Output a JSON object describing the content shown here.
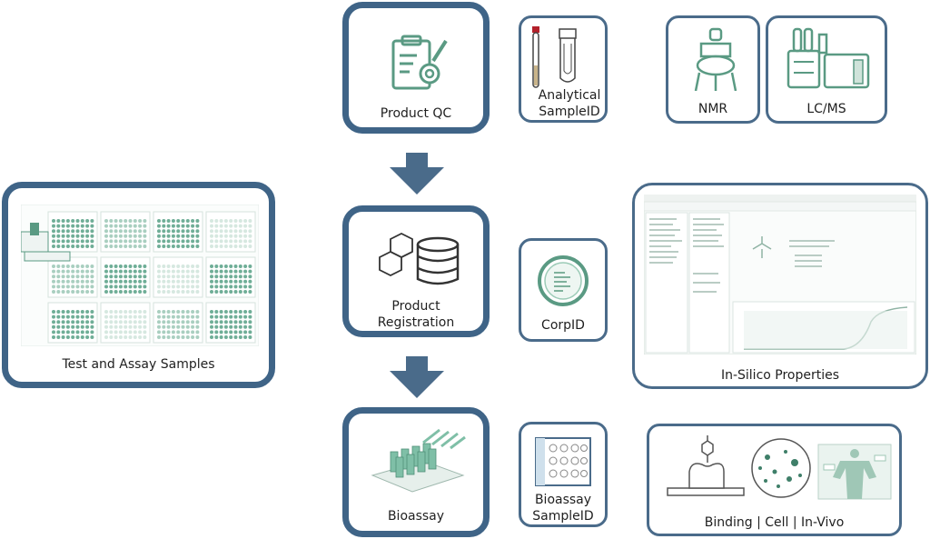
{
  "nodes": {
    "product_qc": "Product QC",
    "analytical_sample_id": [
      "Analytical",
      "SampleID"
    ],
    "nmr": "NMR",
    "lcms": "LC/MS",
    "test_assay": "Test and Assay Samples",
    "product_registration": [
      "Product",
      "Registration"
    ],
    "corp_id": "CorpID",
    "in_silico": "In-Silico Properties",
    "bioassay": "Bioassay",
    "bioassay_sample_id": [
      "Bioassay",
      "SampleID"
    ],
    "binding": "Binding | Cell | In-Vivo"
  },
  "colors": {
    "border": "#3f6487",
    "arrow": "#4a6b8a",
    "icon": "#5a9a83",
    "icon_light": "#cfe3da"
  }
}
